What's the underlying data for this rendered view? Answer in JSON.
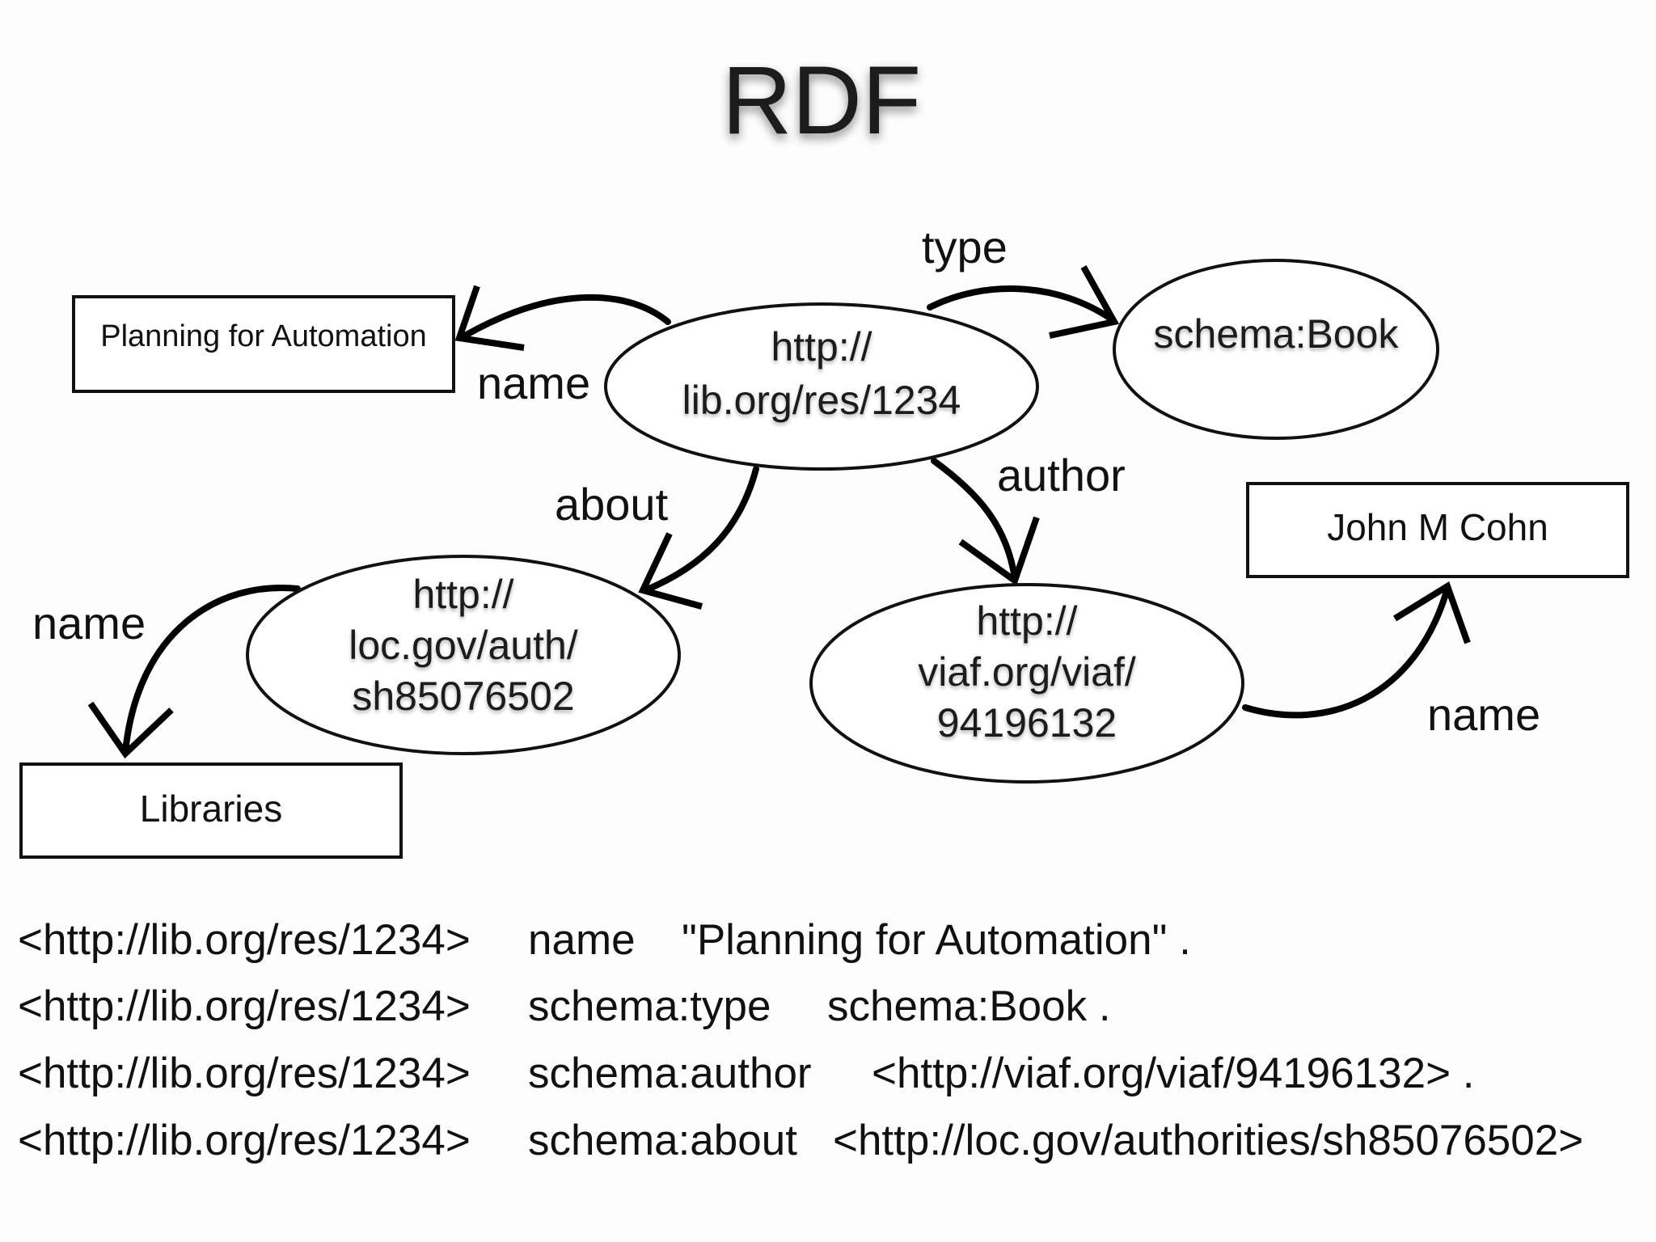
{
  "title": "RDF",
  "nodes": {
    "book": {
      "lines": [
        "http://",
        "lib.org/res/1234"
      ]
    },
    "type": {
      "lines": [
        "schema:Book"
      ]
    },
    "subject": {
      "lines": [
        "http://",
        "loc.gov/auth/",
        "sh85076502"
      ]
    },
    "author": {
      "lines": [
        "http://",
        "viaf.org/viaf/",
        "94196132"
      ]
    },
    "title_literal": {
      "text": "Planning for Automation"
    },
    "author_name": {
      "text": "John M Cohn"
    },
    "subject_name": {
      "text": "Libraries"
    }
  },
  "edges": {
    "book_name": "name",
    "book_type": "type",
    "book_about": "about",
    "book_author": "author",
    "subject_name": "name",
    "author_name": "name"
  },
  "triples": [
    {
      "subject": "<http://lib.org/res/1234>",
      "predicate": "name",
      "object": "\"Planning for Automation\" ."
    },
    {
      "subject": "<http://lib.org/res/1234>",
      "predicate": "schema:type",
      "object": "schema:Book ."
    },
    {
      "subject": "<http://lib.org/res/1234>",
      "predicate": "schema:author",
      "object": "<http://viaf.org/viaf/94196132> ."
    },
    {
      "subject": "<http://lib.org/res/1234>",
      "predicate": "schema:about",
      "object": "<http://loc.gov/authorities/sh85076502>"
    }
  ]
}
